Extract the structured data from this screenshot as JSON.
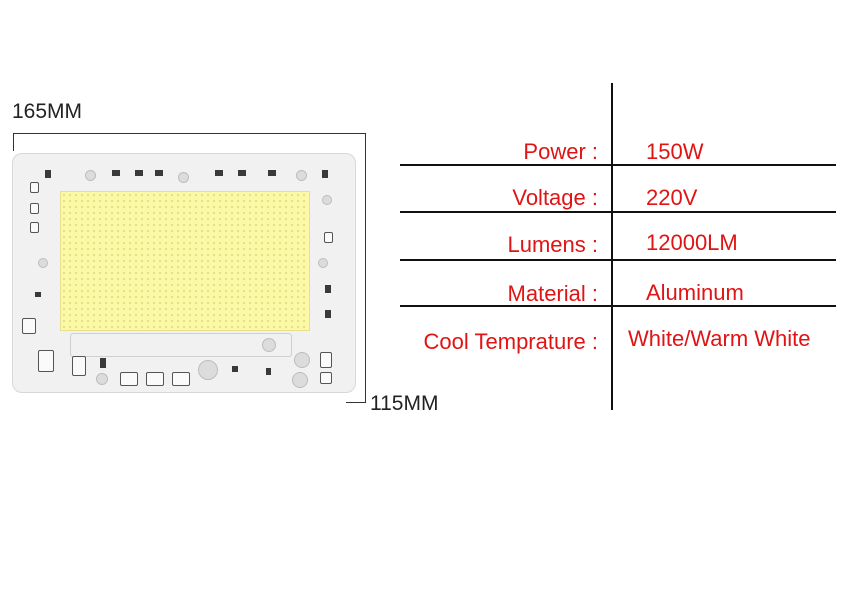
{
  "dimensions": {
    "width_label": "165MM",
    "height_label": "115MM"
  },
  "specs": [
    {
      "label": "Power :",
      "value": "150W"
    },
    {
      "label": "Voltage :",
      "value": "220V"
    },
    {
      "label": "Lumens :",
      "value": "12000LM"
    },
    {
      "label": "Material :",
      "value": "Aluminum"
    },
    {
      "label": "Cool Temprature :",
      "value": "White/Warm White"
    }
  ],
  "colors": {
    "spec_text": "#e01414",
    "led_phosphor": "#fbf8a6"
  }
}
